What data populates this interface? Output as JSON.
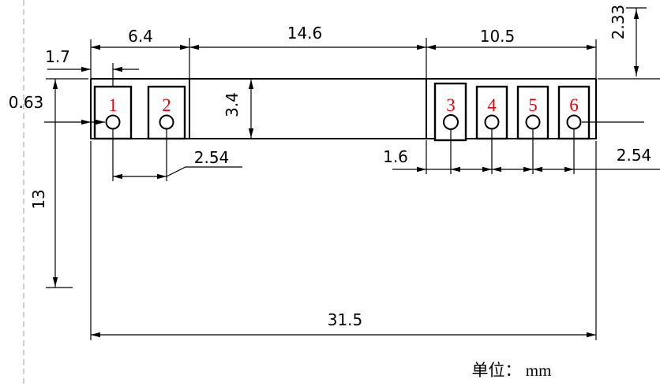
{
  "unit_note": "单位： mm",
  "pads": {
    "p1": "1",
    "p2": "2",
    "p3": "3",
    "p4": "4",
    "p5": "5",
    "p6": "6"
  },
  "dims": {
    "left_width": "6.4",
    "mid_width": "14.6",
    "right_width": "10.5",
    "pad1_offset": "1.7",
    "hole_offset": "0.63",
    "mid_depth": "3.4",
    "left_pitch": "2.54",
    "right_gap": "1.6",
    "right_pitch": "2.54",
    "top_clearance": "2.33",
    "height": "13",
    "total_width": "31.5"
  },
  "colors": {
    "line": "#000000",
    "pad_number": "#e8000a",
    "background": "#ffffff",
    "frame_dash": "#bcbcbc"
  }
}
